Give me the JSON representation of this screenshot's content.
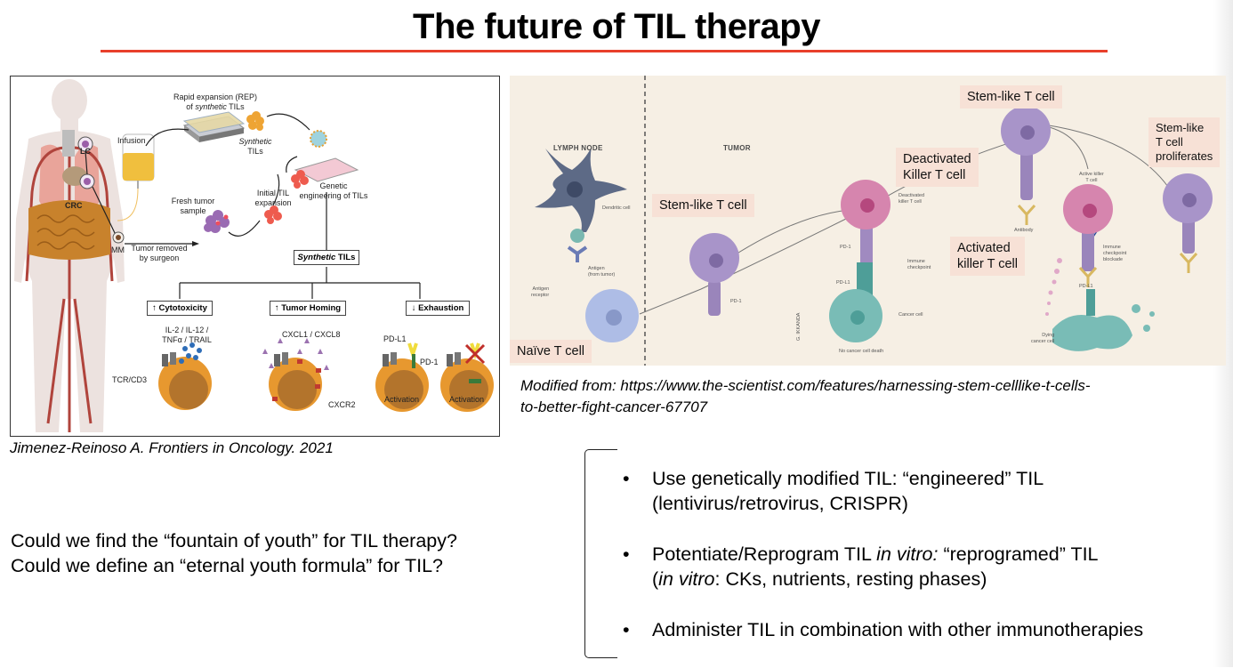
{
  "slide": {
    "title": "The future of TIL therapy",
    "accent_color": "#e8402b"
  },
  "figure_left": {
    "labels": {
      "rep_line1": "Rapid expansion (REP)",
      "rep_line2_italic": "synthetic",
      "rep_line2_prefix": "of ",
      "rep_line2_suffix": " TILs",
      "synthetic_tils_italic": "Synthetic",
      "synthetic_tils_suffix": "TILs",
      "infusion": "Infusion",
      "lc": "LC",
      "crc": "CRC",
      "mm": "MM",
      "genetic_line1": "Genetic",
      "genetic_line2": "engineering of TILs",
      "initial_line1": "Initial TIL",
      "initial_line2": "expansion",
      "fresh_line1": "Fresh tumor",
      "fresh_line2": "sample",
      "removed_line1": "Tumor removed",
      "removed_line2": "by surgeon",
      "synthetic_box_italic": "Synthetic",
      "synthetic_box_suffix": " TILs",
      "cytotoxicity": "↑ Cytotoxicity",
      "tumor_homing": "↑ Tumor Homing",
      "exhaustion": "↓ Exhaustion",
      "cytokines_line1": "IL-2 / IL-12 /",
      "cytokines_line2": "TNFα / TRAIL",
      "tcr": "TCR/CD3",
      "chemokines": "CXCL1 / CXCL8",
      "cxcr2": "CXCR2",
      "pdl1": "PD-L1",
      "pd1": "PD-1",
      "activation_1": "Activation",
      "activation_2": "Activation"
    },
    "caption": "Jimenez-Reinoso A. Frontiers in Oncology. 2021"
  },
  "figure_right": {
    "headers": {
      "lymph_node": "LYMPH NODE",
      "tumor": "TUMOR"
    },
    "small_labels": {
      "dendritic_cell": "Dendritic cell",
      "antigen_line1": "Antigen",
      "antigen_line2": "(from tumor)",
      "antigen_receptor_line1": "Antigen",
      "antigen_receptor_line2": "receptor",
      "pd1_a": "PD-1",
      "deactivated_line1": "Deactivated",
      "deactivated_line2": "killer T cell",
      "pd1_b": "PD-1",
      "pdl1_a": "PD-L1",
      "immune_checkpoint_line1": "Immune",
      "immune_checkpoint_line2": "checkpoint",
      "cancer_cell": "Cancer cell",
      "no_death": "No cancer cell death",
      "antibody": "Antibody",
      "active_killer_line1": "Active killer",
      "active_killer_line2": "T cell",
      "blockade_line1": "Immune",
      "blockade_line2": "checkpoint",
      "blockade_line3": "blockade",
      "pdl1_b": "PD-L1",
      "dying_line1": "Dying",
      "dying_line2": "cancer cell",
      "credit": "G. IKKANDA"
    },
    "callouts": {
      "naive": "Naïve T cell",
      "stem_like_left": "Stem-like T cell",
      "stem_like_top": "Stem-like T cell",
      "deactivated_line1": "Deactivated",
      "deactivated_line2": "Killer T cell",
      "activated_line1": "Activated",
      "activated_line2": "killer T cell",
      "proliferates_line1": "Stem-like",
      "proliferates_line2": "T cell",
      "proliferates_line3": "proliferates"
    },
    "caption_line1": "Modified from: https://www.the-scientist.com/features/harnessing-stem-celllike-t-cells-",
    "caption_line2": "to-better-fight-cancer-67707"
  },
  "questions": [
    "Could we find the “fountain of youth” for TIL therapy?",
    "Could we define an “eternal youth formula” for TIL?"
  ],
  "bullets": [
    {
      "marker": "•",
      "line1": "Use genetically modified TIL: “engineered” TIL",
      "line2": "(lentivirus/retrovirus, CRISPR)"
    },
    {
      "marker": "•",
      "line1_a": "Potentiate/Reprogram TIL ",
      "line1_italic": "in vitro:",
      "line1_b": " “reprogramed” TIL",
      "line2_a": "(",
      "line2_italic": "in vitro",
      "line2_b": ": CKs, nutrients, resting phases)"
    },
    {
      "marker": "•",
      "line1": "Administer TIL in combination with other immunotherapies"
    }
  ]
}
